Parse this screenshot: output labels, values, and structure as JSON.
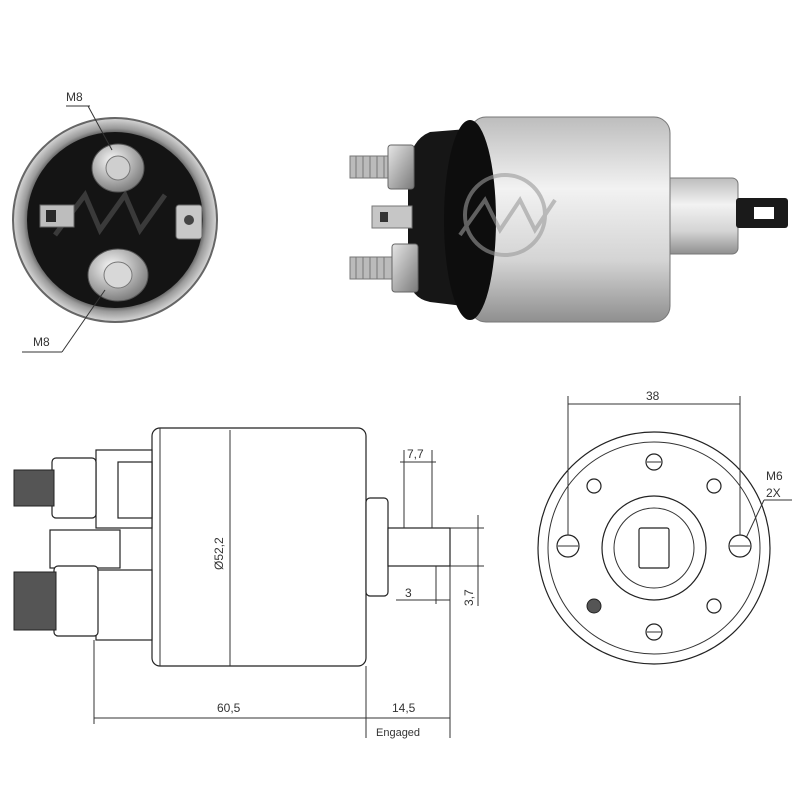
{
  "photo_end": {
    "callout_top": "M8",
    "callout_bottom": "M8"
  },
  "drawing": {
    "diameter": "Ø52,2",
    "body_length": "60,5",
    "engaged_length": "14,5",
    "engaged_label": "Engaged",
    "tab_width": "7,7",
    "tab_offset": "3",
    "tab_thickness": "3,7",
    "bolt_spacing": "38",
    "thread": "M6",
    "thread_count": "2X"
  },
  "colors": {
    "ink": "#333333",
    "metal_light": "#d6d6d6",
    "metal_dark": "#8a8a8a",
    "insulator": "#1a1a1a"
  }
}
